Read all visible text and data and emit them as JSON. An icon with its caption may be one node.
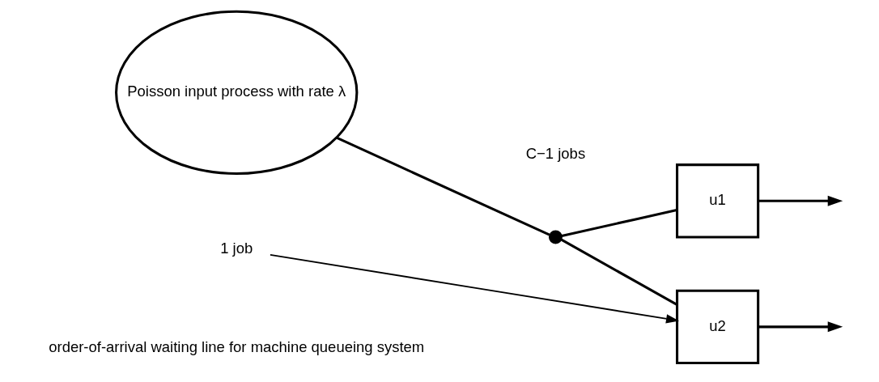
{
  "diagram": {
    "nodes": [
      {
        "text": [
          "Poisson input process with rate λ"
        ]
      },
      {
        "text": [],
        "shape": "circle"
      },
      {
        "text": [
          "u1"
        ]
      },
      {
        "text": [
          "u2"
        ]
      },
      {
        "text": [
          "1 job"
        ]
      }
    ],
    "edges": [
      {
        "from": 0,
        "to": 1,
        "arrow": "none"
      },
      {
        "from": 1,
        "to": 2,
        "arrow": "none"
      },
      {
        "from": 1,
        "to": 3,
        "arrow": "none"
      },
      {
        "from": 2,
        "to": null,
        "arrow": "to"
      },
      {
        "from": 3,
        "to": null,
        "arrow": "to"
      },
      {
        "from": 4,
        "to": 3,
        "arrow": "to"
      }
    ],
    "labels": [
      "C−1 jobs",
      "order-of-arrival waiting line for machine queueing system"
    ]
  }
}
